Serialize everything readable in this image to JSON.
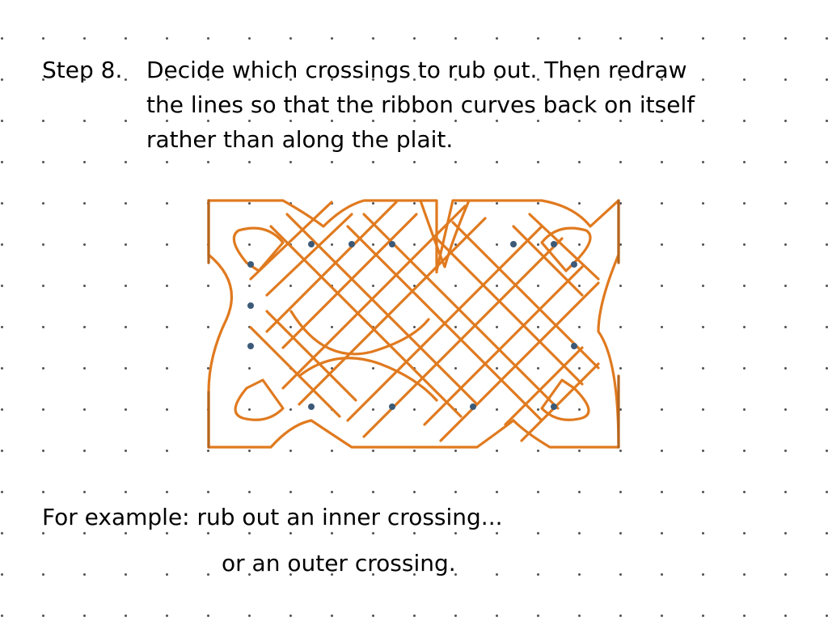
{
  "instruction": {
    "step_label": "Step 8.",
    "lines": [
      "Decide which crossings to rub out.  Then redraw",
      "the lines so that the ribbon curves back on itself",
      "rather than along the plait."
    ]
  },
  "example": {
    "line1": "For example: rub out an inner crossing...",
    "line2": "or an outer crossing."
  },
  "colors": {
    "ribbon": "#e07a1f",
    "ribbon_dark": "#b5651d",
    "marker": "#3c5a78"
  }
}
